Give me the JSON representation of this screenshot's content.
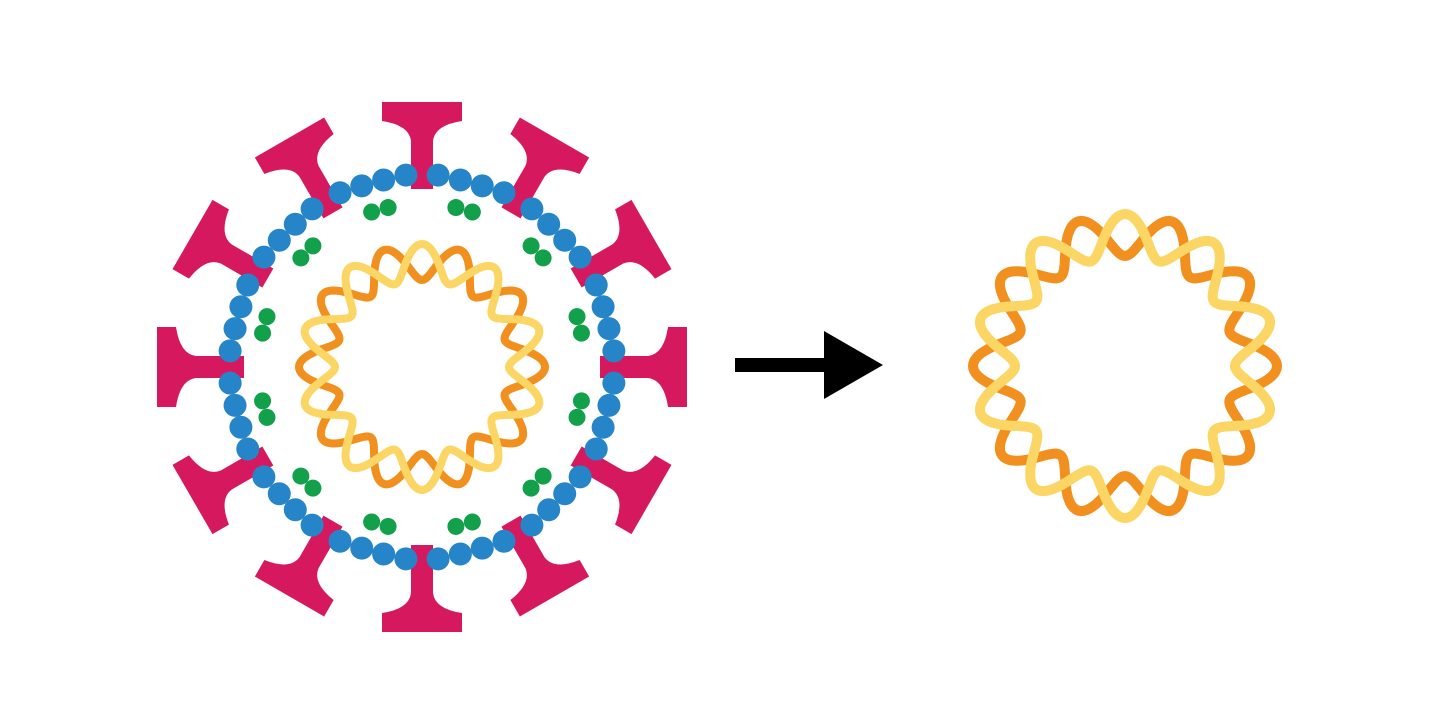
{
  "diagram": {
    "colors": {
      "background": "#ffffff",
      "spike": "#d6195e",
      "blue_bead": "#2585c8",
      "green_bead": "#12a04a",
      "strand_orange": "#f1901e",
      "strand_yellow": "#fbd664",
      "arrow": "#000000"
    },
    "virus": {
      "spike_count": 12,
      "blue_beads_per_gap": 4,
      "green_beads_per_gap": 2
    },
    "genome": {
      "strand_lobes": 10
    },
    "arrow": {
      "direction": "right"
    }
  }
}
